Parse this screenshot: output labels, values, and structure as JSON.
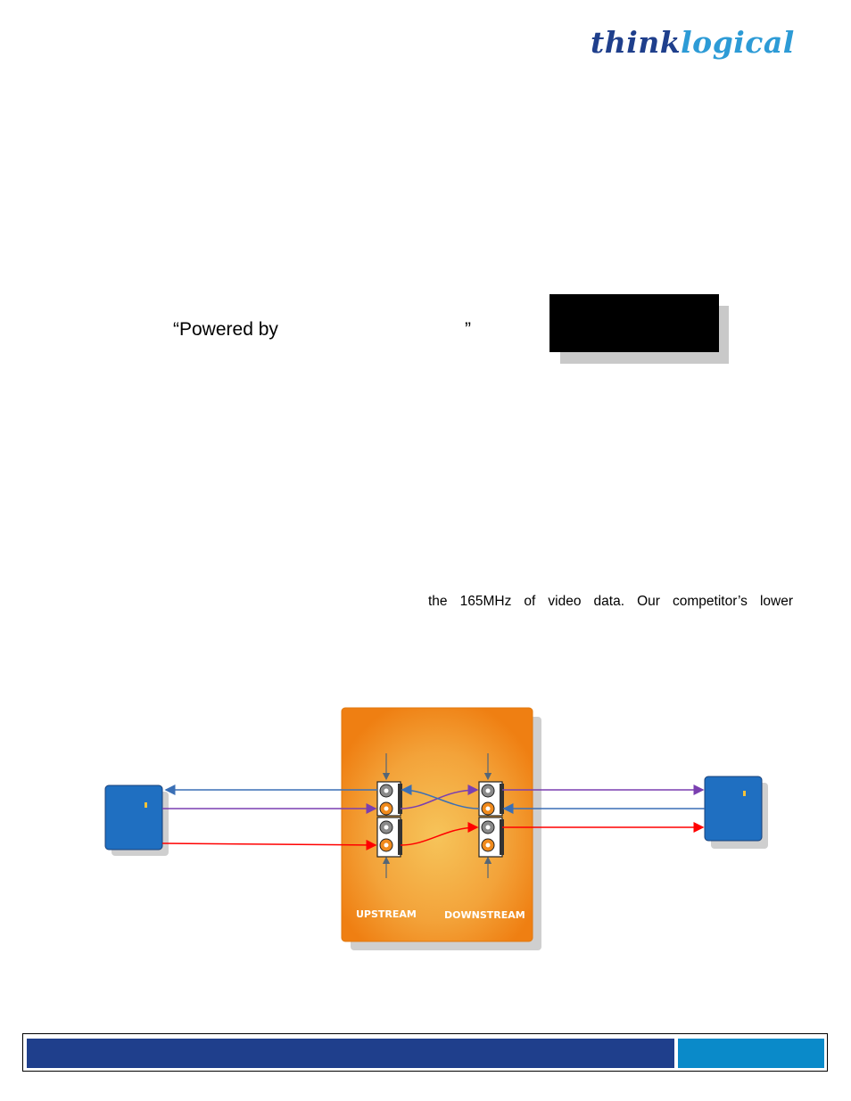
{
  "header": {
    "logo_part1": "think",
    "logo_part2": "logical"
  },
  "powered": {
    "open": "“Powered by",
    "close": "”"
  },
  "body": {
    "line": "the 165MHz of video data. Our competitor’s lower"
  },
  "diagram": {
    "upstream_label": "UPSTREAM",
    "downstream_label": "DOWNSTREAM"
  },
  "colors": {
    "brand_dark": "#1f3f8c",
    "brand_light": "#2d9bd6",
    "box_orange": "#f08a1c",
    "device_blue": "#1f6fc1",
    "line_blue": "#3a6fb5",
    "line_purple": "#7a3fb0",
    "line_red": "#ff0000"
  }
}
